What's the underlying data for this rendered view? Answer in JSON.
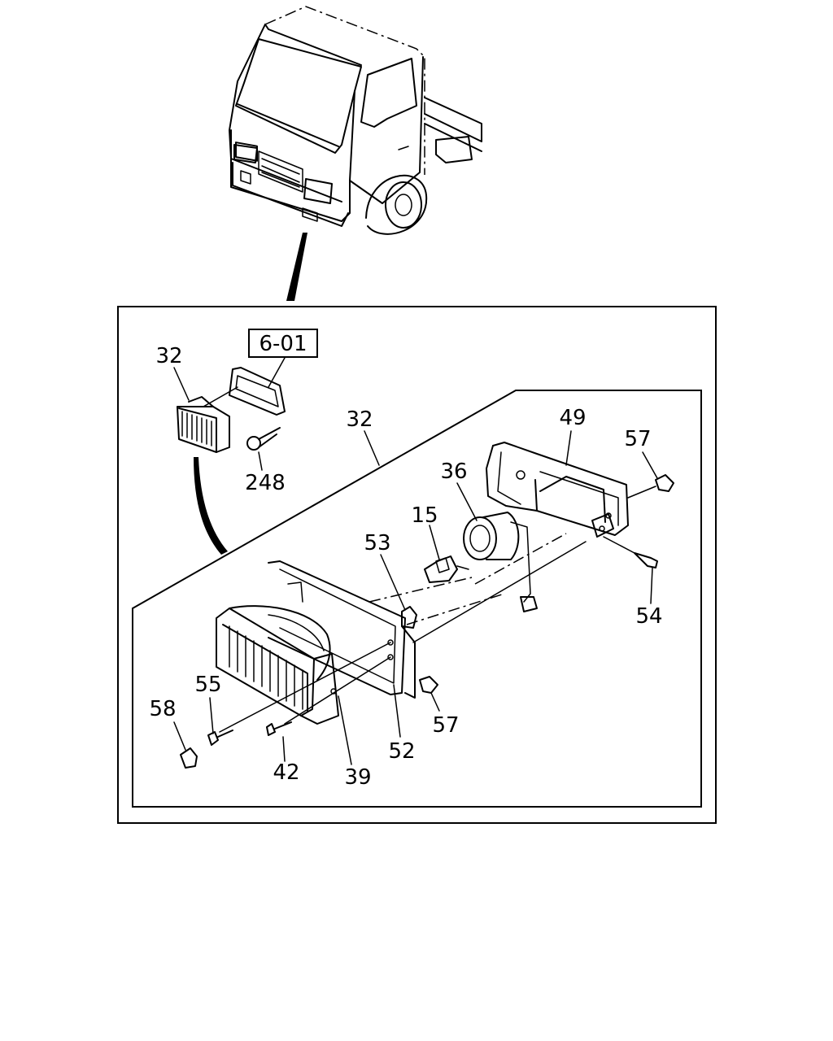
{
  "reference_box": "6-01",
  "callouts": {
    "c32a": "32",
    "c248": "248",
    "c32b": "32",
    "c49": "49",
    "c57a": "57",
    "c36": "36",
    "c15": "15",
    "c53": "53",
    "c54": "54",
    "c55": "55",
    "c58": "58",
    "c42": "42",
    "c39": "39",
    "c52": "52",
    "c57b": "57"
  }
}
